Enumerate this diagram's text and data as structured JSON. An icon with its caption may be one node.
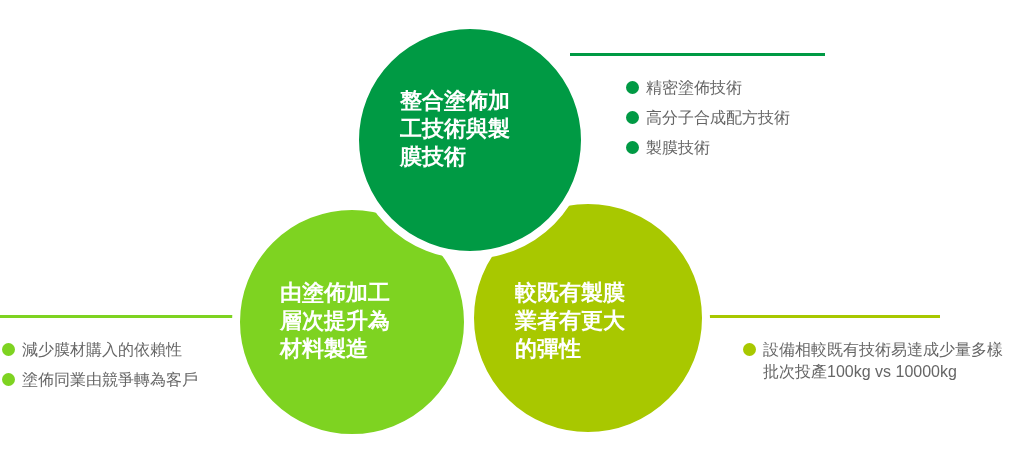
{
  "diagram": {
    "nodes": [
      {
        "text": [
          "整合塗佈加工技術與製膜技術"
        ],
        "beside": [
          "精密塗佈技術",
          "高分子合成配方技術",
          "製膜技術"
        ]
      },
      {
        "text": [
          "由塗佈加工層次提升為材料製造"
        ],
        "beside": [
          "減少膜材購入的依賴性",
          "塗佈同業由競爭轉為客戶"
        ]
      },
      {
        "text": [
          "較既有製膜業者有更大的彈性"
        ]
      }
    ],
    "labels": [
      "設備相較既有技術易達成少量多樣批次投產100kg vs 10000kg"
    ]
  }
}
